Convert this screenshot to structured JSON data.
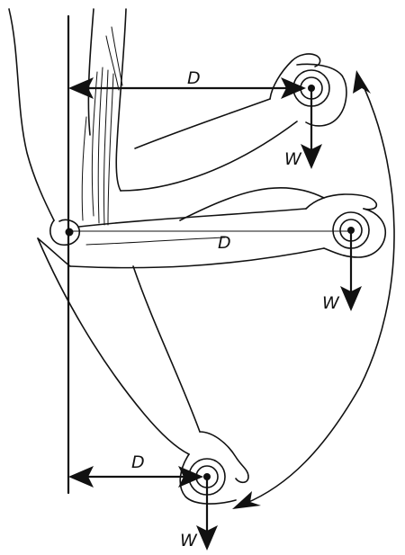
{
  "labels": {
    "top_distance": "D",
    "top_weight": "W",
    "middle_distance": "D",
    "middle_weight": "W",
    "bottom_distance": "D",
    "bottom_weight": "W"
  }
}
